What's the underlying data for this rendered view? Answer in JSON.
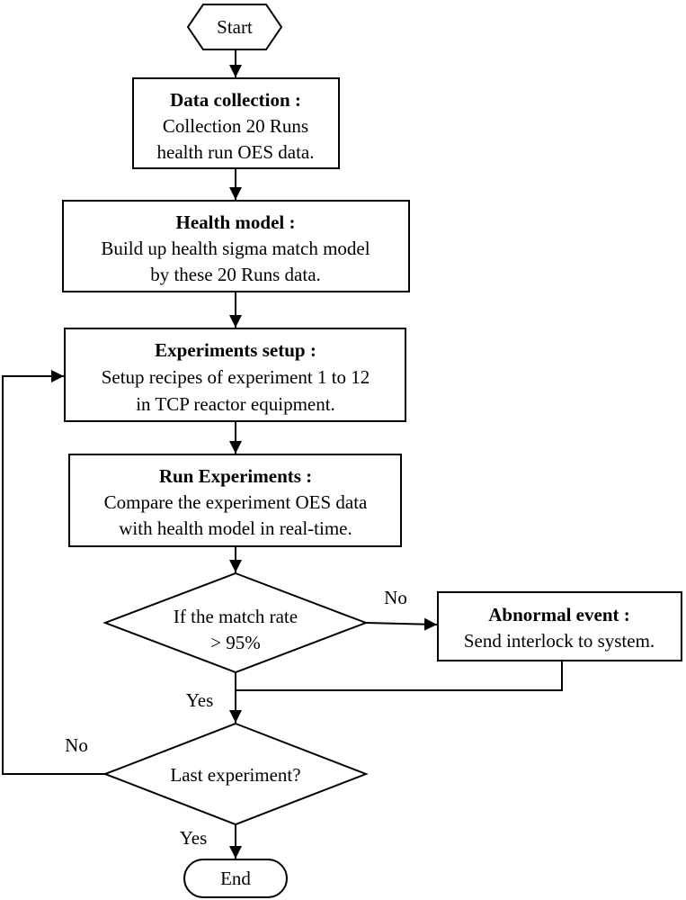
{
  "flowchart": {
    "start": "Start",
    "data_collection": {
      "title": "Data collection :",
      "line1": "Collection 20 Runs",
      "line2": "health run OES data."
    },
    "health_model": {
      "title": "Health model :",
      "line1": "Build up health sigma match model",
      "line2": "by these 20 Runs data."
    },
    "experiments_setup": {
      "title": "Experiments setup :",
      "line1": "Setup recipes of experiment 1 to 12",
      "line2": "in TCP reactor equipment."
    },
    "run_experiments": {
      "title": "Run Experiments :",
      "line1": "Compare the experiment OES data",
      "line2": "with health model in real-time."
    },
    "match_decision": {
      "line1": "If the match rate",
      "line2": "> 95%",
      "no_label": "No",
      "yes_label": "Yes"
    },
    "abnormal_event": {
      "title": "Abnormal event :",
      "line1": "Send interlock to system."
    },
    "last_decision": {
      "line1": "Last experiment?",
      "no_label": "No",
      "yes_label": "Yes"
    },
    "end": "End"
  }
}
